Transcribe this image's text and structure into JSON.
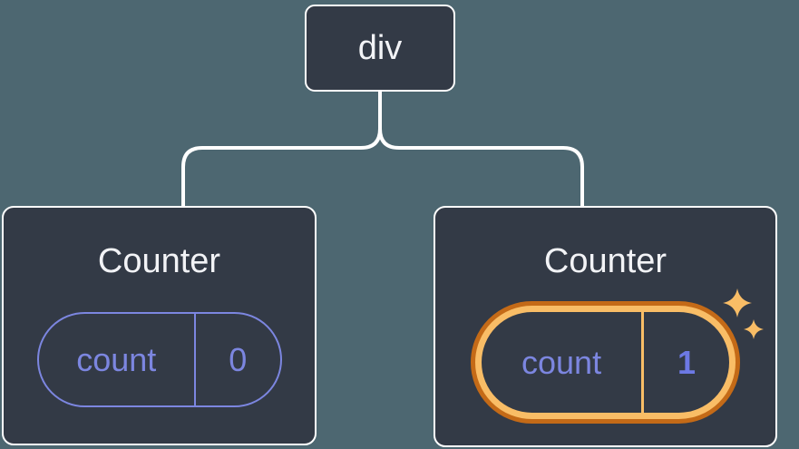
{
  "tree": {
    "root": {
      "label": "div"
    },
    "children": [
      {
        "label": "Counter",
        "highlighted": false,
        "state": {
          "key": "count",
          "value": "0"
        }
      },
      {
        "label": "Counter",
        "highlighted": true,
        "state": {
          "key": "count",
          "value": "1"
        }
      }
    ]
  },
  "colors": {
    "background": "#4d6771",
    "node_fill": "#333a46",
    "node_border": "#ffffff",
    "connector": "#ffffff",
    "title_text": "#f2f3f6",
    "purple": "#7c86e0",
    "purple_strong": "#6d79e5",
    "gold_light": "#f9bd66",
    "gold_dark": "#c46a17"
  }
}
